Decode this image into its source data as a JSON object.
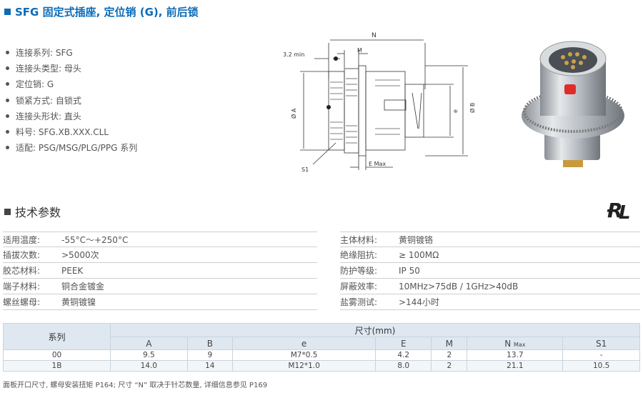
{
  "title": "SFG 固定式插座, 定位销 (G), 前后锁",
  "specs": [
    "连接系列: SFG",
    "连接头类型: 母头",
    "定位销: G",
    "锁紧方式: 自锁式",
    "连接头形状: 直头",
    "料号: SFG.XB.XXX.CLL",
    "适配: PSG/MSG/PLG/PPG 系列"
  ],
  "drawing": {
    "labels": {
      "n": "N",
      "m": "M",
      "min": "3.2 min",
      "a": "Ø A",
      "b": "Ø B",
      "e_small": "e",
      "s1": "S1",
      "emax": "E Max"
    }
  },
  "section_title": "技术参数",
  "params_left": [
    {
      "label": "适用温度:",
      "value": "-55°C～+250°C"
    },
    {
      "label": "插拔次数:",
      "value": ">5000次"
    },
    {
      "label": "胶芯材料:",
      "value": "PEEK"
    },
    {
      "label": "端子材料:",
      "value": "铜合金镀金"
    },
    {
      "label": "螺丝螺母:",
      "value": "黄铜镀镍"
    }
  ],
  "params_right": [
    {
      "label": "主体材料:",
      "value": "黄铜镀铬"
    },
    {
      "label": "绝缘阻抗:",
      "value": "≥ 100MΩ"
    },
    {
      "label": "防护等级:",
      "value": "IP 50"
    },
    {
      "label": "屏蔽效率:",
      "value": "10MHz>75dB / 1GHz>40dB"
    },
    {
      "label": "盐雾测试:",
      "value": ">144小时"
    }
  ],
  "dim_table": {
    "series_header": "系列",
    "size_header": "尺寸(mm)",
    "columns": [
      "A",
      "B",
      "e",
      "E",
      "M",
      "N",
      "S1"
    ],
    "n_suffix": "Max",
    "rows": [
      {
        "series": "00",
        "values": [
          "9.5",
          "9",
          "M7*0.5",
          "4.2",
          "2",
          "13.7",
          "-"
        ]
      },
      {
        "series": "1B",
        "values": [
          "14.0",
          "14",
          "M12*1.0",
          "8.0",
          "2",
          "21.1",
          "10.5"
        ]
      }
    ]
  },
  "footnote": "面板开口尺寸, 螺母安装扭矩 P164; 尺寸 “N” 取决于针芯数量, 详细信息参见 P169",
  "colors": {
    "accent": "#0b6bb7",
    "table_header": "#dfe8f1"
  }
}
